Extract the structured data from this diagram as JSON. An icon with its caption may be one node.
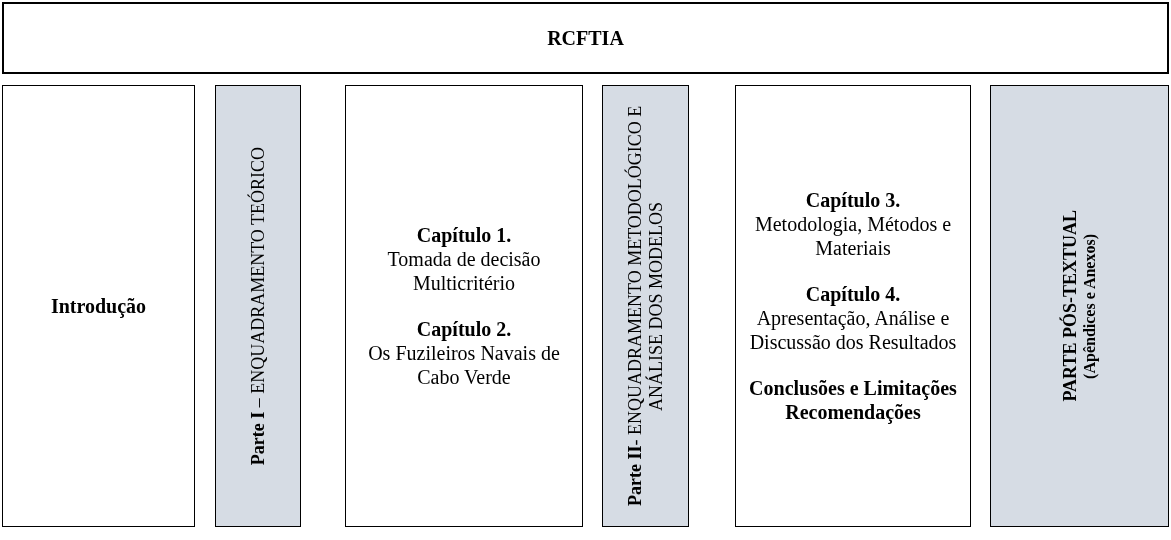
{
  "diagram": {
    "nodes": [
      {
        "text": [
          "RCFTIA"
        ]
      },
      {
        "text": [
          "Introdução"
        ]
      },
      {
        "text": [
          "**Parte I** – ENQUADRAMENTO TEÓRICO"
        ]
      },
      {
        "text": [
          "Capítulo 1.",
          "Tomada de decisão Multicritério",
          "Capítulo 2.",
          "Os Fuzileiros Navais de Cabo Verde"
        ]
      },
      {
        "text": [
          "**Parte II**- ENQUADRAMENTO METODOLÓGICO E ANÁLISE DOS MODELOS"
        ]
      },
      {
        "text": [
          "Capítulo 3.",
          "Metodologia, Métodos e Materiais",
          "Capítulo 4.",
          "Apresentação, Análise e Discussão dos Resultados",
          "Conclusões e Limitações Recomendações"
        ]
      },
      {
        "text": [
          "PARTE PÓS-TEXTUAL",
          "(Apêndices e Anexos)"
        ]
      }
    ],
    "edges": []
  }
}
